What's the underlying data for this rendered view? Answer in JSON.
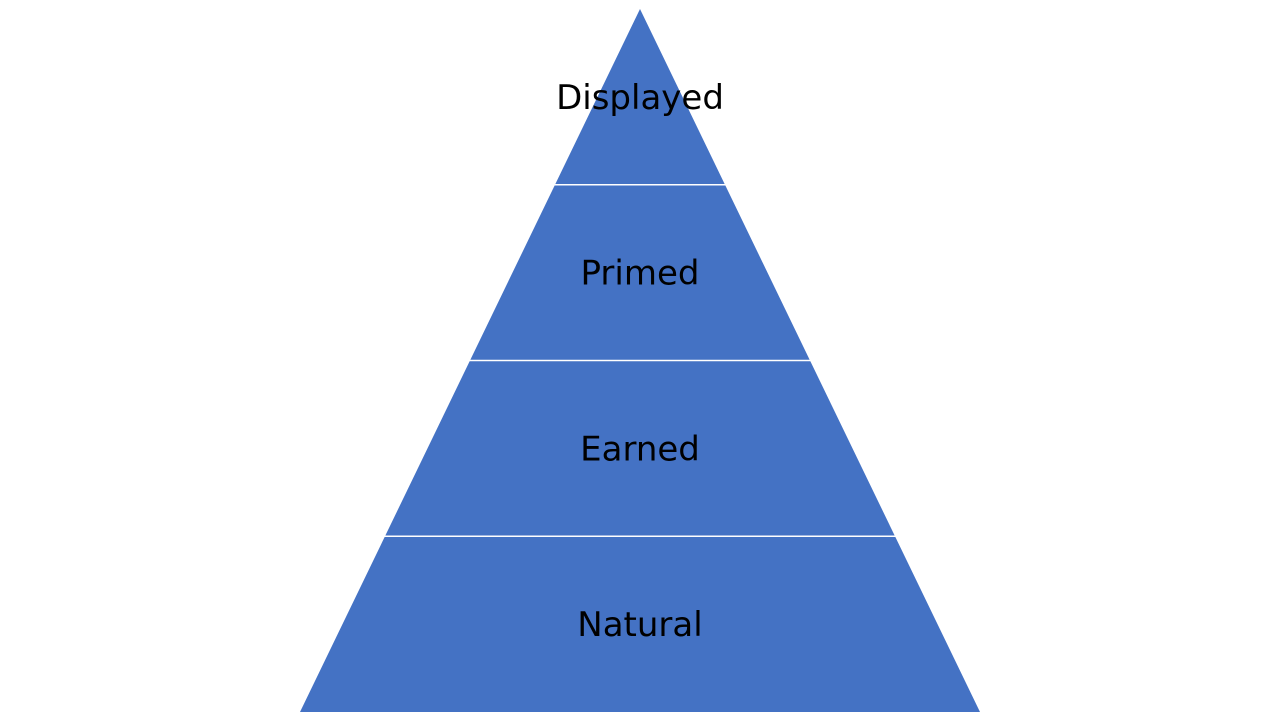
{
  "diagram": {
    "type": "pyramid",
    "fill_color": "#4472C4",
    "levels_top_to_bottom": [
      {
        "label": "Displayed"
      },
      {
        "label": "Primed"
      },
      {
        "label": "Earned"
      },
      {
        "label": "Natural"
      }
    ]
  }
}
